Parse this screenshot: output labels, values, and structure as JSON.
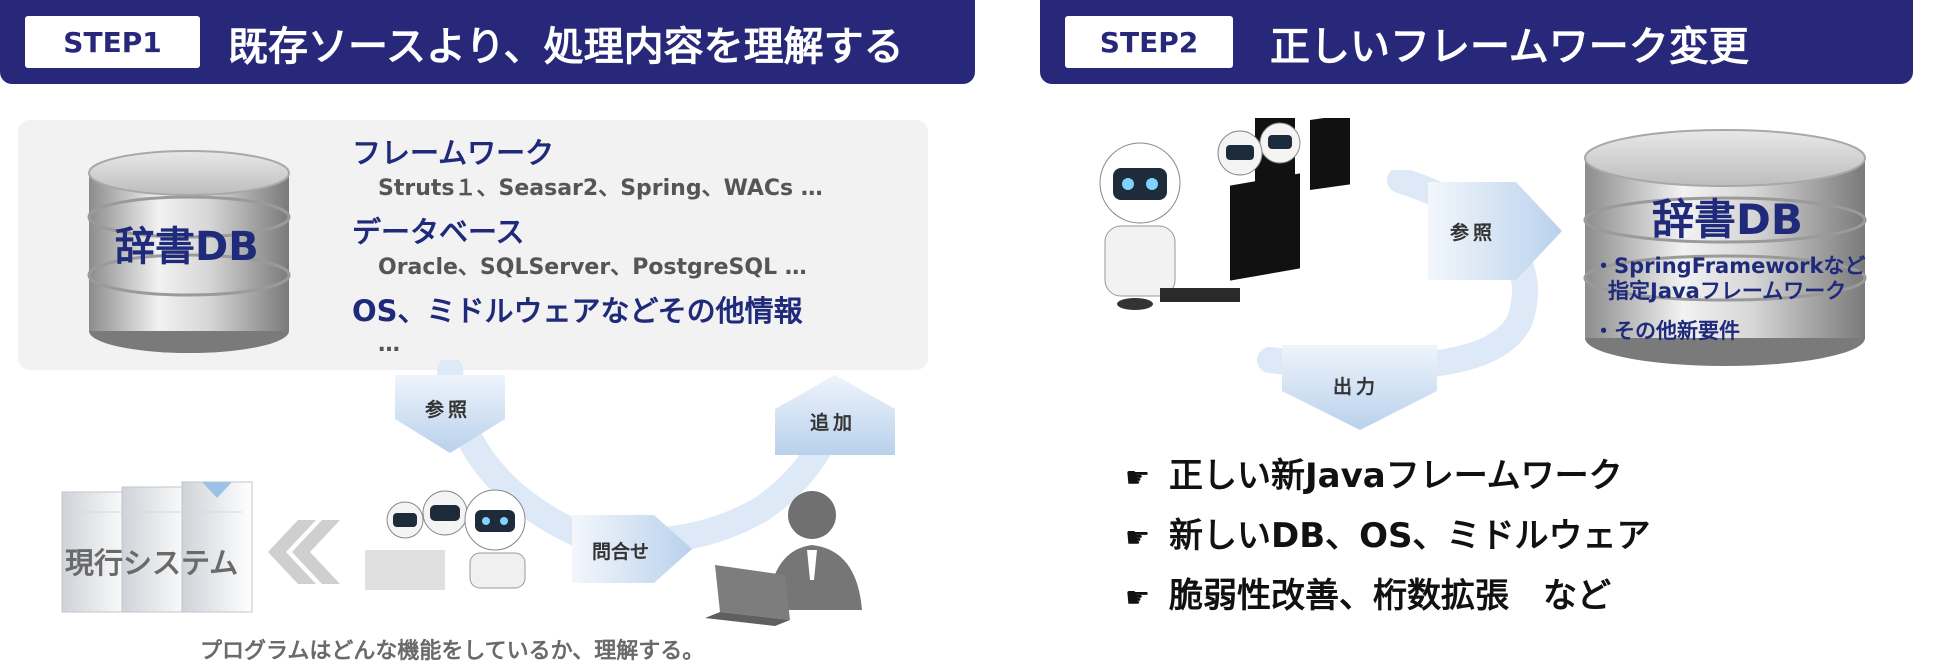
{
  "step1": {
    "tag": "STEP1",
    "title": "既存ソースより、処理内容を理解する",
    "db_label": "辞書DB",
    "sections": [
      {
        "heading": "フレームワーク",
        "detail": "Struts１、Seasar2、Spring、WACs …"
      },
      {
        "heading": "データベース",
        "detail": "Oracle、SQLServer、PostgreSQL …"
      },
      {
        "heading": "OS、ミドルウェアなどその他情報",
        "detail": "…"
      }
    ],
    "arrow_refer": "参照",
    "arrow_add": "追加",
    "arrow_inquiry": "問合せ",
    "system_label": "現行システム",
    "caption": "プログラムはどんな機能をしているか、理解する。"
  },
  "step2": {
    "tag": "STEP2",
    "title": "正しいフレームワーク変更",
    "arrow_refer": "参照",
    "arrow_output": "出力",
    "db_label": "辞書DB",
    "db_items": [
      "・SpringFrameworkなど",
      "指定Javaフレームワーク",
      "・その他新要件"
    ],
    "bullet_glyph": "☛",
    "bullets": [
      "正しい新Javaフレームワーク",
      "新しいDB、OS、ミドルウェア",
      "脆弱性改善、桁数拡張　など"
    ]
  },
  "colors": {
    "navy": "#27287a",
    "arrow_light": "#dbe8f5",
    "arrow_dark": "#b7d0ea",
    "panel": "#f2f2f2"
  },
  "icons": [
    "database-icon",
    "robot-icon",
    "monitor-icon",
    "server-icon",
    "person-icon",
    "laptop-icon",
    "chevron-arrow-icon",
    "pointing-hand-icon"
  ]
}
